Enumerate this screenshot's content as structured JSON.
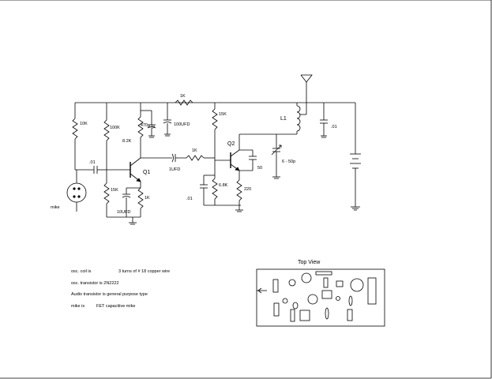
{
  "schematic": {
    "components": {
      "r1": "10K",
      "r2": "100K",
      "r3": "470",
      "r4": "8.2K",
      "r5": "15K",
      "r6": "1K",
      "r7": "1K",
      "r8": "1K",
      "r9": "15K",
      "r10": "6.8K",
      "r11": "220",
      "c_mic": ".01",
      "c_10": "10UFD",
      "c_bypass1": "47p",
      "c_100": "100UFD",
      "c_1": "1UFD",
      "c_emit": ".01",
      "c_50": "50",
      "c_var": "6 - 50p",
      "c_out": ".01",
      "l1": "L1",
      "q1": "Q1",
      "q2": "Q2",
      "mic": "mike"
    }
  },
  "notes": {
    "line1_label": "osc. coil is",
    "line1_value": "3 turns of # 18 copper wire",
    "line2": "osc. transistor is 2N2222",
    "line3": "Audio transistor is general purpose type",
    "line4_label": "mike is",
    "line4_value": "FET capacitive mike"
  },
  "top_view": {
    "title": "Top View"
  }
}
